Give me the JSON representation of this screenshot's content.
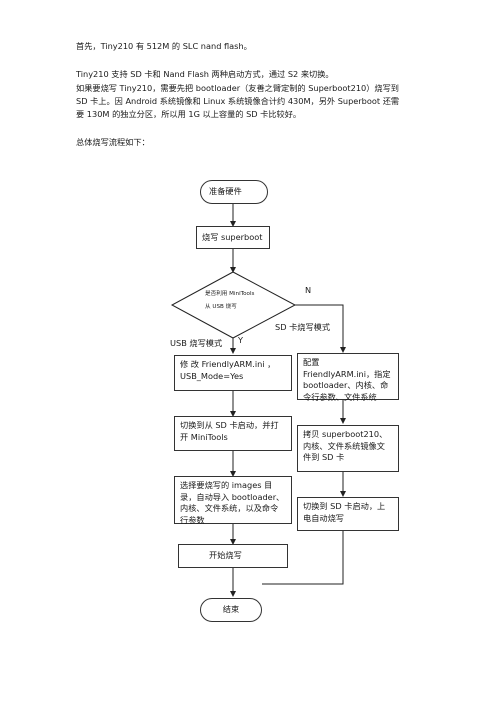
{
  "intro": {
    "line1": "首先，Tiny210 有 512M 的 SLC nand flash。",
    "line2": "Tiny210 支持 SD 卡和 Nand Flash 两种启动方式，通过 S2 来切换。",
    "line3": "如果要烧写 Tiny210，需要先把 bootloader（友善之臂定制的 Superboot210）烧写到 SD 卡上。因 Android 系统镜像和 Linux 系统镜像合计约 430M，另外 Superboot 还需要 130M 的独立分区，所以用 1G 以上容量的 SD 卡比较好。",
    "flow_heading": "总体烧写流程如下："
  },
  "flowchart": {
    "start": "准备硬件",
    "step_superboot": "烧写 superboot",
    "decision_line1": "是否利用  MiniTools",
    "decision_line2": "从 USB 烧写",
    "label_no": "N",
    "label_yes": "Y",
    "label_sd_mode": "SD 卡烧写模式",
    "label_usb_mode": "USB 烧写模式",
    "usb_step1": "修  改    FriendlyARM.ini  ，USB_Mode=Yes",
    "usb_step2": "切换到从 SD 卡启动，并打开 MiniTools",
    "usb_step3": "选择要烧写的 images 目录，自动导入 bootloader、内核、文件系统，以及命令行参数",
    "usb_step4": "开始烧写",
    "sd_step1": "配置  FriendlyARM.ini，指定 bootloader、内核、命令行参数、文件系统",
    "sd_step2": "拷贝 superboot210、内核、文件系统镜像文件到 SD 卡",
    "sd_step3": "切换到  SD  卡启动，上电自动烧写",
    "end": "结束"
  }
}
